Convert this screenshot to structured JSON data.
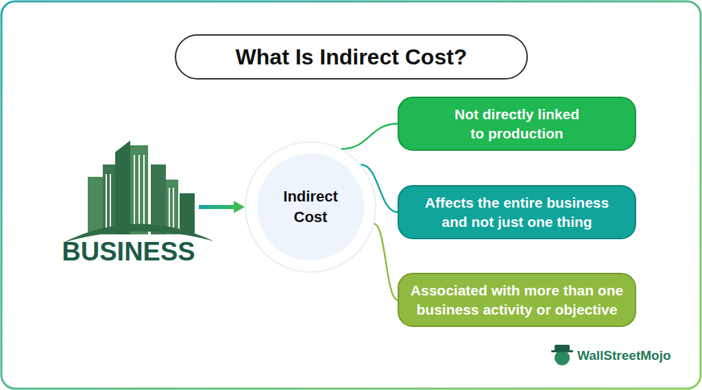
{
  "diagram": {
    "title": "What Is Indirect Cost?",
    "nodes": [
      {
        "text": [
          "BUSINESS"
        ]
      },
      {
        "text": [
          "Indirect Cost"
        ]
      },
      {
        "text": [
          "Not directly linked to production"
        ]
      },
      {
        "text": [
          "Affects the entire business and not just one thing"
        ]
      },
      {
        "text": [
          "Associated with more than one business activity or objective"
        ]
      }
    ],
    "edges": [
      {
        "from": 0,
        "to": 1,
        "arrow": "to"
      },
      {
        "from": 1,
        "to": 2,
        "arrow": "none"
      },
      {
        "from": 1,
        "to": 3,
        "arrow": "none"
      },
      {
        "from": 1,
        "to": 4,
        "arrow": "none"
      }
    ],
    "labels": [
      "WallStreetMojo"
    ]
  }
}
